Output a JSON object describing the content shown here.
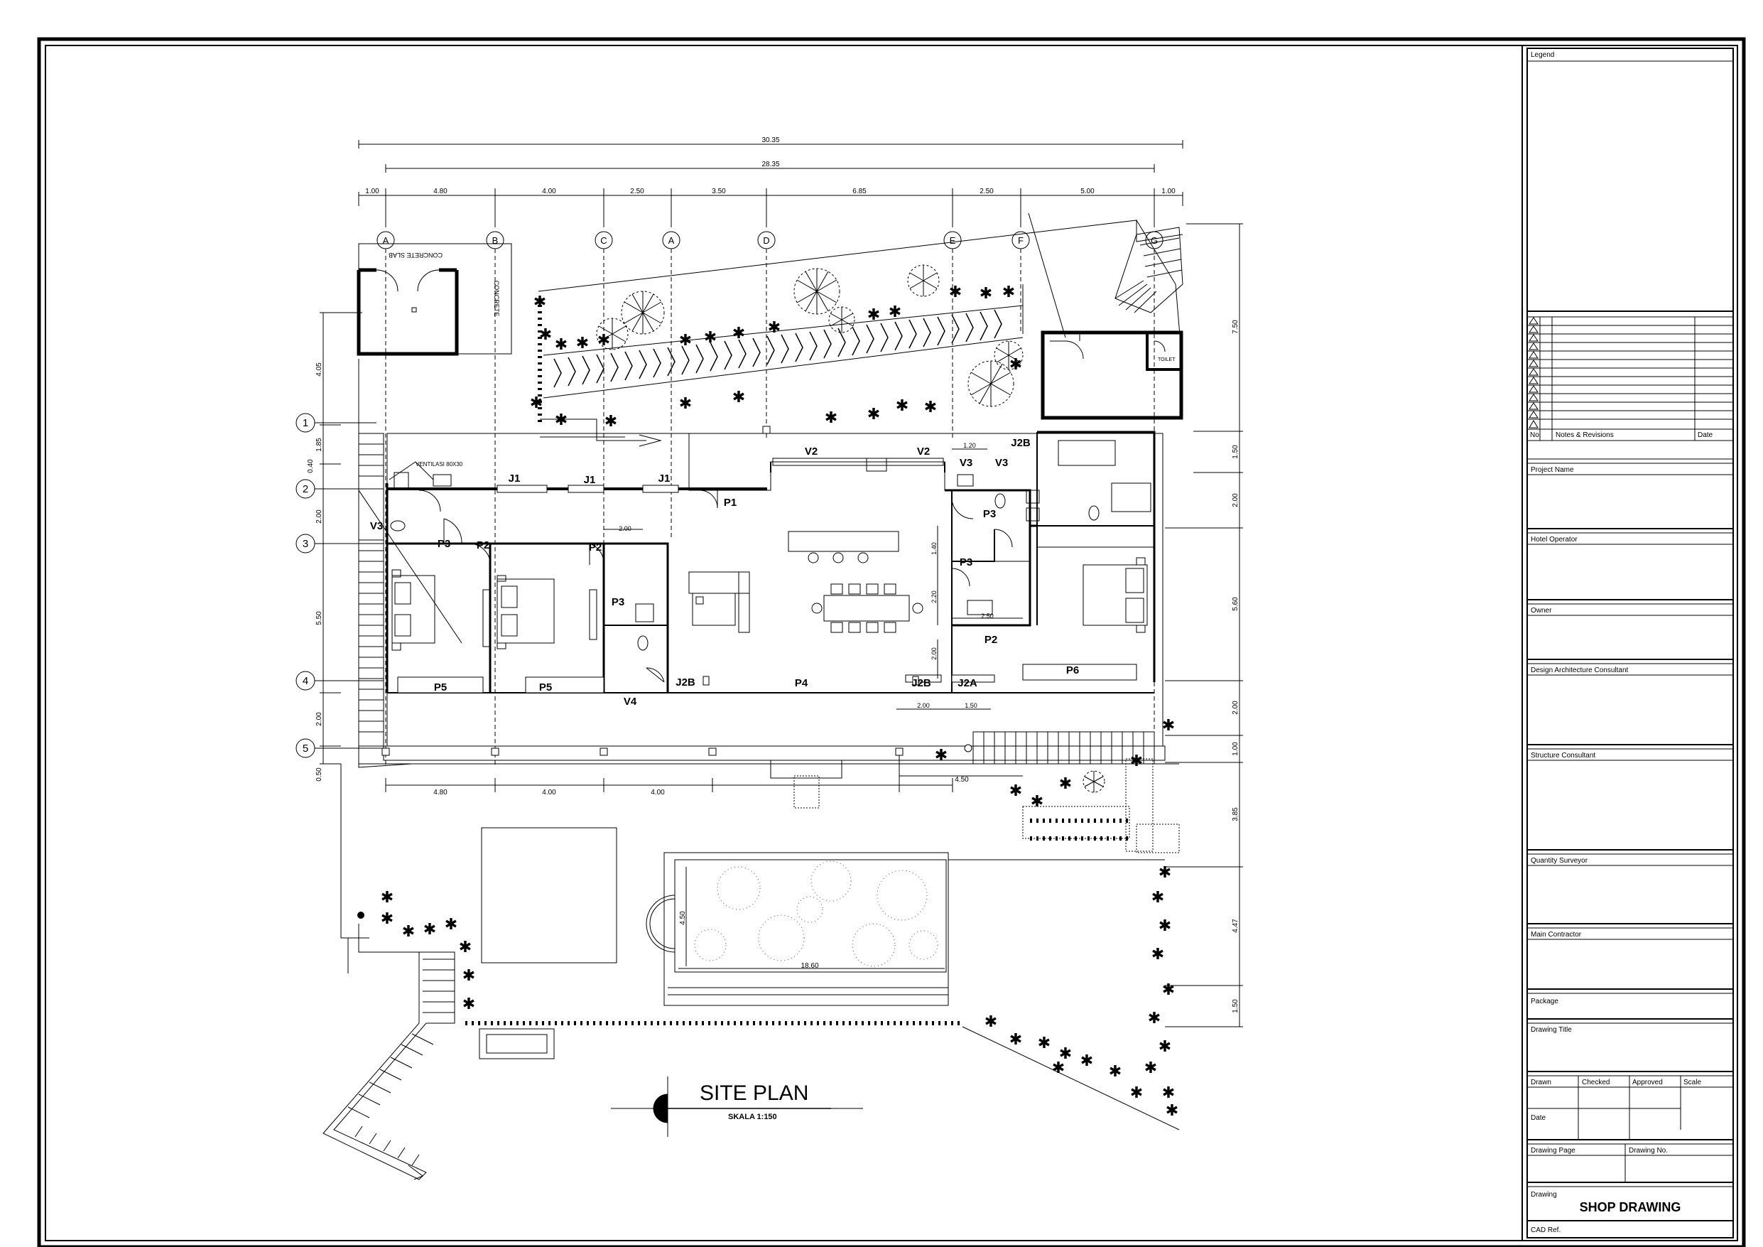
{
  "dims": {
    "top": [
      "30.35",
      "28.35"
    ],
    "segments": [
      "1.00",
      "4.80",
      "4.00",
      "2.50",
      "3.50",
      "6.85",
      "2.50",
      "5.00",
      "1.00"
    ],
    "left": [
      "4.05",
      "1.85",
      "0.40",
      "2.00",
      "5.50",
      "2.00",
      "0.50"
    ],
    "right": [
      "7.50",
      "1.50",
      "2.00",
      "5.60",
      "2.00",
      "1.00",
      "3.85",
      "4.47",
      "1.50"
    ],
    "bottom": [
      "4.80",
      "4.00",
      "4.00",
      "4.50"
    ],
    "inner": [
      "2.00",
      "1.40",
      "2.20",
      "2.00",
      "2.50",
      "2.00",
      "1.50",
      "1.20"
    ],
    "pool_w": "18.60",
    "pool_h": "4.50"
  },
  "grid_cols": [
    "A",
    "B",
    "C",
    "A",
    "D",
    "E",
    "F",
    "G"
  ],
  "grid_rows": [
    "1",
    "2",
    "3",
    "4",
    "5"
  ],
  "labels": {
    "concrete_slab": "CONCRETE SLAB",
    "concrete": "CONCRETE",
    "ventilasi": "VENTILASI 80X30",
    "toilet": "TOILET"
  },
  "tags": {
    "J1": "J1",
    "J2B": "J2B",
    "J2A": "J2A",
    "V2": "V2",
    "V3": "V3",
    "V4": "V4",
    "P1": "P1",
    "P2": "P2",
    "P3": "P3",
    "P4": "P4",
    "P5": "P5",
    "P6": "P6"
  },
  "title": {
    "main": "SITE PLAN",
    "scale": "SKALA 1:150"
  },
  "titleblock": {
    "legend": "Legend",
    "rev_no": "No.",
    "rev_notes": "Notes & Revisions",
    "rev_date": "Date",
    "project_name": "Project Name",
    "hotel_operator": "Hotel Operator",
    "owner": "Owner",
    "design_consultant": "Design Architecture Consultant",
    "structure_consultant": "Structure Consultant",
    "quantity_surveyor": "Quantity Surveyor",
    "main_contractor": "Main Contractor",
    "package": "Package",
    "drawing_title": "Drawing Title",
    "drawn": "Drawn",
    "checked": "Checked",
    "approved": "Approved",
    "scale": "Scale",
    "date": "Date",
    "drawing_page": "Drawing Page",
    "drawing_no": "Drawing No.",
    "drawing": "Drawing",
    "drawing_value": "SHOP DRAWING",
    "cad_ref": "CAD Ref."
  }
}
